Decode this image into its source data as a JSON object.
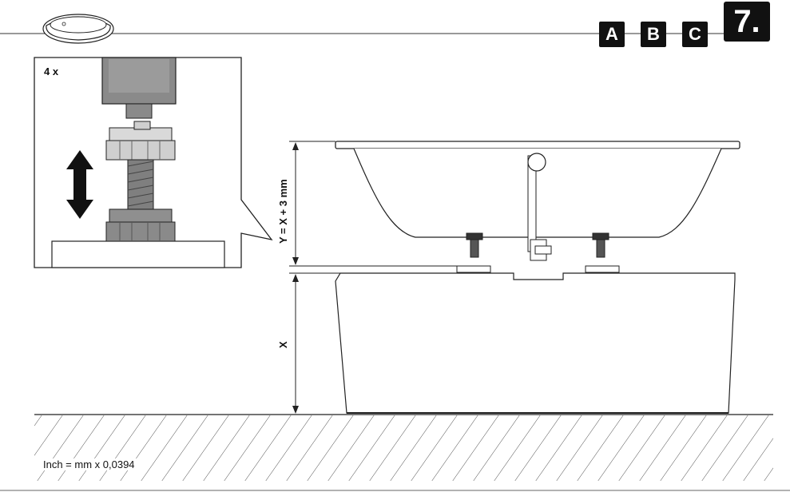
{
  "header": {
    "step_badges": [
      "A",
      "B",
      "C"
    ],
    "step_number": "7."
  },
  "detail_panel": {
    "quantity_label": "4 x"
  },
  "dimensions": {
    "gap_label": "Y = X + 3 mm",
    "height_label": "X"
  },
  "footer": {
    "conversion_note": "Inch = mm x 0,0394"
  },
  "colors": {
    "ink": "#111111",
    "gray_dark": "#8a8a8a",
    "gray_light": "#cfcfcf",
    "background": "#ffffff"
  },
  "icons": {
    "tub_icon": "bathtub-icon",
    "adjust_arrow": "double-arrow-icon"
  }
}
